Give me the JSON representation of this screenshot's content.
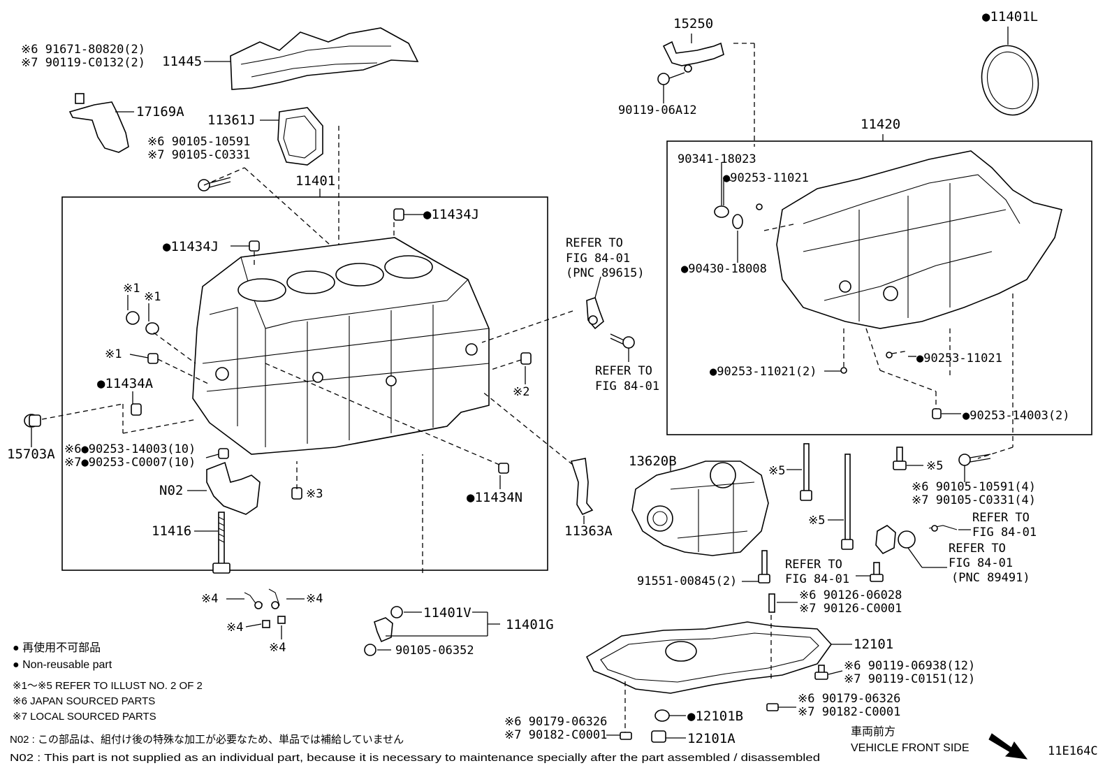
{
  "diagram": {
    "labels": {
      "p91671": "※6 91671-80820(2)",
      "p90119a": "※7 90119-C0132(2)",
      "p11445": "11445",
      "p17169A": "17169A",
      "p11361J": "11361J",
      "p90105a": "※6 90105-10591",
      "p90105b": "※7 90105-C0331",
      "p11401": "11401",
      "p11434J_1": "●11434J",
      "p11434J_2": "●11434J",
      "p_x1a": "※1",
      "p_x1b": "※1",
      "p_x1c": "※1",
      "p11434A": "●11434A",
      "p15703A": "15703A",
      "p90253_14003_10": "※6●90253-14003(10)",
      "p90253_C0007_10": "※7●90253-C0007(10)",
      "pN02": "N02",
      "p11416": "11416",
      "p_x3": "※3",
      "p11434N": "●11434N",
      "p_x2": "※2",
      "ref1_l1": "REFER TO",
      "ref1_l2": "FIG 84-01",
      "ref1_l3": "(PNC 89615)",
      "ref2_l1": "REFER TO",
      "ref2_l2": "FIG 84-01",
      "p11363A": "11363A",
      "p_x4a": "※4",
      "p_x4b": "※4",
      "p_x4c": "※4",
      "p_x4d": "※4",
      "p11401V": "11401V",
      "p11401G": "11401G",
      "p90105_06352": "90105-06352",
      "p15250": "15250",
      "p90119_06A12": "90119-06A12",
      "p11401L": "●11401L",
      "p11420": "11420",
      "p90341": "90341-18023",
      "p90253_11021a": "●90253-11021",
      "p90430": "●90430-18008",
      "p90253_11021b": "●90253-11021",
      "p90253_11021c": "●90253-11021(2)",
      "p90253_14003_2": "●90253-14003(2)",
      "p13620B": "13620B",
      "p_x5a": "※5",
      "p_x5b": "※5",
      "p_x5c": "※5",
      "p90105_10591_4": "※6 90105-10591(4)",
      "p90105_C0331_4": "※7 90105-C0331(4)",
      "ref3_l1": "REFER TO",
      "ref3_l2": "FIG 84-01",
      "ref4_l1": "REFER TO",
      "ref4_l2": "FIG 84-01",
      "ref4_l3": "(PNC 89491)",
      "ref5_l1": "REFER TO",
      "ref5_l2": "FIG 84-01",
      "p91551": "91551-00845(2)",
      "p90126_06028": "※6 90126-06028",
      "p90126_C0001": "※7 90126-C0001",
      "p12101": "12101",
      "p90119_06938": "※6 90119-06938(12)",
      "p90119_C0151": "※7 90119-C0151(12)",
      "p90179_06326a": "※6 90179-06326",
      "p90182_C0001a": "※7 90182-C0001",
      "p12101B": "●12101B",
      "p90179_06326b": "※6 90179-06326",
      "p90182_C0001b": "※7 90182-C0001",
      "p12101A": "12101A"
    }
  },
  "legend": {
    "line1": "● 再使用不可部品",
    "line2": "● Non-reusable part",
    "line3": "※1～※5  REFER TO ILLUST NO. 2 OF 2",
    "line4": "※6  JAPAN SOURCED PARTS",
    "line5": "※7  LOCAL SOURCED PARTS",
    "n02_jp": "N02 : この部品は、組付け後の特殊な加工が必要なため、単品では補給していません",
    "n02_en": "N02 : This part is not supplied as an individual part, because it is necessary to maintenance specially after the part assembled / disassembled"
  },
  "direction": {
    "jp": "車両前方",
    "en": "VEHICLE FRONT SIDE"
  },
  "figure_id": "11E164C"
}
